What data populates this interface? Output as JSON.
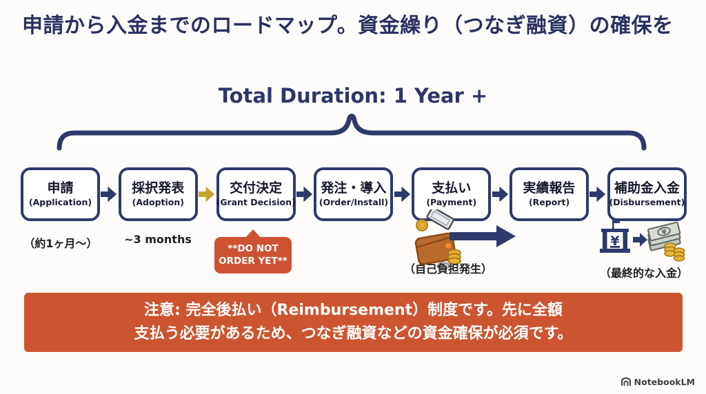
{
  "slide": {
    "title": "申請から入金までのロードマップ。資金繰り（つなぎ融資）の確保を",
    "duration_label": "Total Duration: 1 Year +"
  },
  "steps": [
    {
      "jp": "申請",
      "en": "(Application)"
    },
    {
      "jp": "採択発表",
      "en": "(Adoption)"
    },
    {
      "jp": "交付決定",
      "en": "(Grant Decision)"
    },
    {
      "jp": "発注・導入",
      "en": "(Order/Install)"
    },
    {
      "jp": "支払い",
      "en": "(Payment)"
    },
    {
      "jp": "実績報告",
      "en": "(Report)"
    },
    {
      "jp": "補助金入金",
      "en": "(Disbursement)"
    }
  ],
  "annotations": {
    "application_note": "（約1ヶ月〜）",
    "adoption_note": "~3 months",
    "bubble_line1": "**DO NOT",
    "bubble_line2": "ORDER YET**",
    "payment_note": "（自己負担発生）",
    "disbursement_note": "（最終的な入金）"
  },
  "banner": {
    "line1": "注意: 完全後払い（Reimbursement）制度です。先に全額",
    "line2": "支払う必要があるため、つなぎ融資などの資金確保が必須です。"
  },
  "icons": {
    "bank_currency": "¥",
    "bill_currency": "¥"
  },
  "footer": {
    "brand": "NotebookLM"
  },
  "colors": {
    "navy": "#2e3a6b",
    "gold": "#c8a233",
    "bubble_orange": "#cd5232",
    "banner_orange": "#cc5530",
    "title_navy": "#2a3162"
  }
}
